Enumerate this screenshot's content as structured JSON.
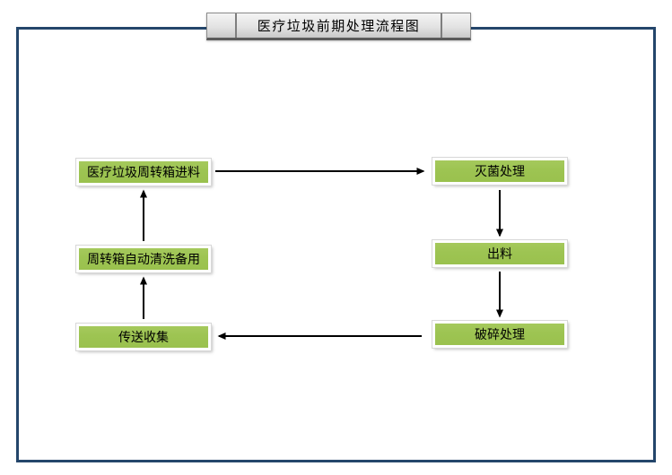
{
  "title_tab": {
    "text": "医疗垃圾前期处理流程图"
  },
  "diagram": {
    "type": "flowchart",
    "nodes": [
      {
        "id": "feed",
        "label": "医疗垃圾周转箱进料"
      },
      {
        "id": "sterilize",
        "label": "灭菌处理"
      },
      {
        "id": "discharge",
        "label": "出料"
      },
      {
        "id": "crush",
        "label": "破碎处理"
      },
      {
        "id": "clean",
        "label": "周转箱自动清洗备用"
      },
      {
        "id": "convey",
        "label": "传送收集"
      }
    ],
    "edges": [
      {
        "from": "feed",
        "to": "sterilize",
        "direction": "right"
      },
      {
        "from": "sterilize",
        "to": "discharge",
        "direction": "down"
      },
      {
        "from": "discharge",
        "to": "crush",
        "direction": "down"
      },
      {
        "from": "crush",
        "to": "convey",
        "direction": "left"
      },
      {
        "from": "convey",
        "to": "clean",
        "direction": "up"
      },
      {
        "from": "clean",
        "to": "feed",
        "direction": "up"
      }
    ]
  },
  "colors": {
    "frame_border": "#24466B",
    "node_fill": "#9DC452",
    "node_border": "#FEFEFE",
    "tab_fill": "#E3E3E3",
    "tab_border": "#8C8C8C",
    "arrow": "#000000",
    "text": "#000000",
    "background": "#FFFFFF"
  }
}
